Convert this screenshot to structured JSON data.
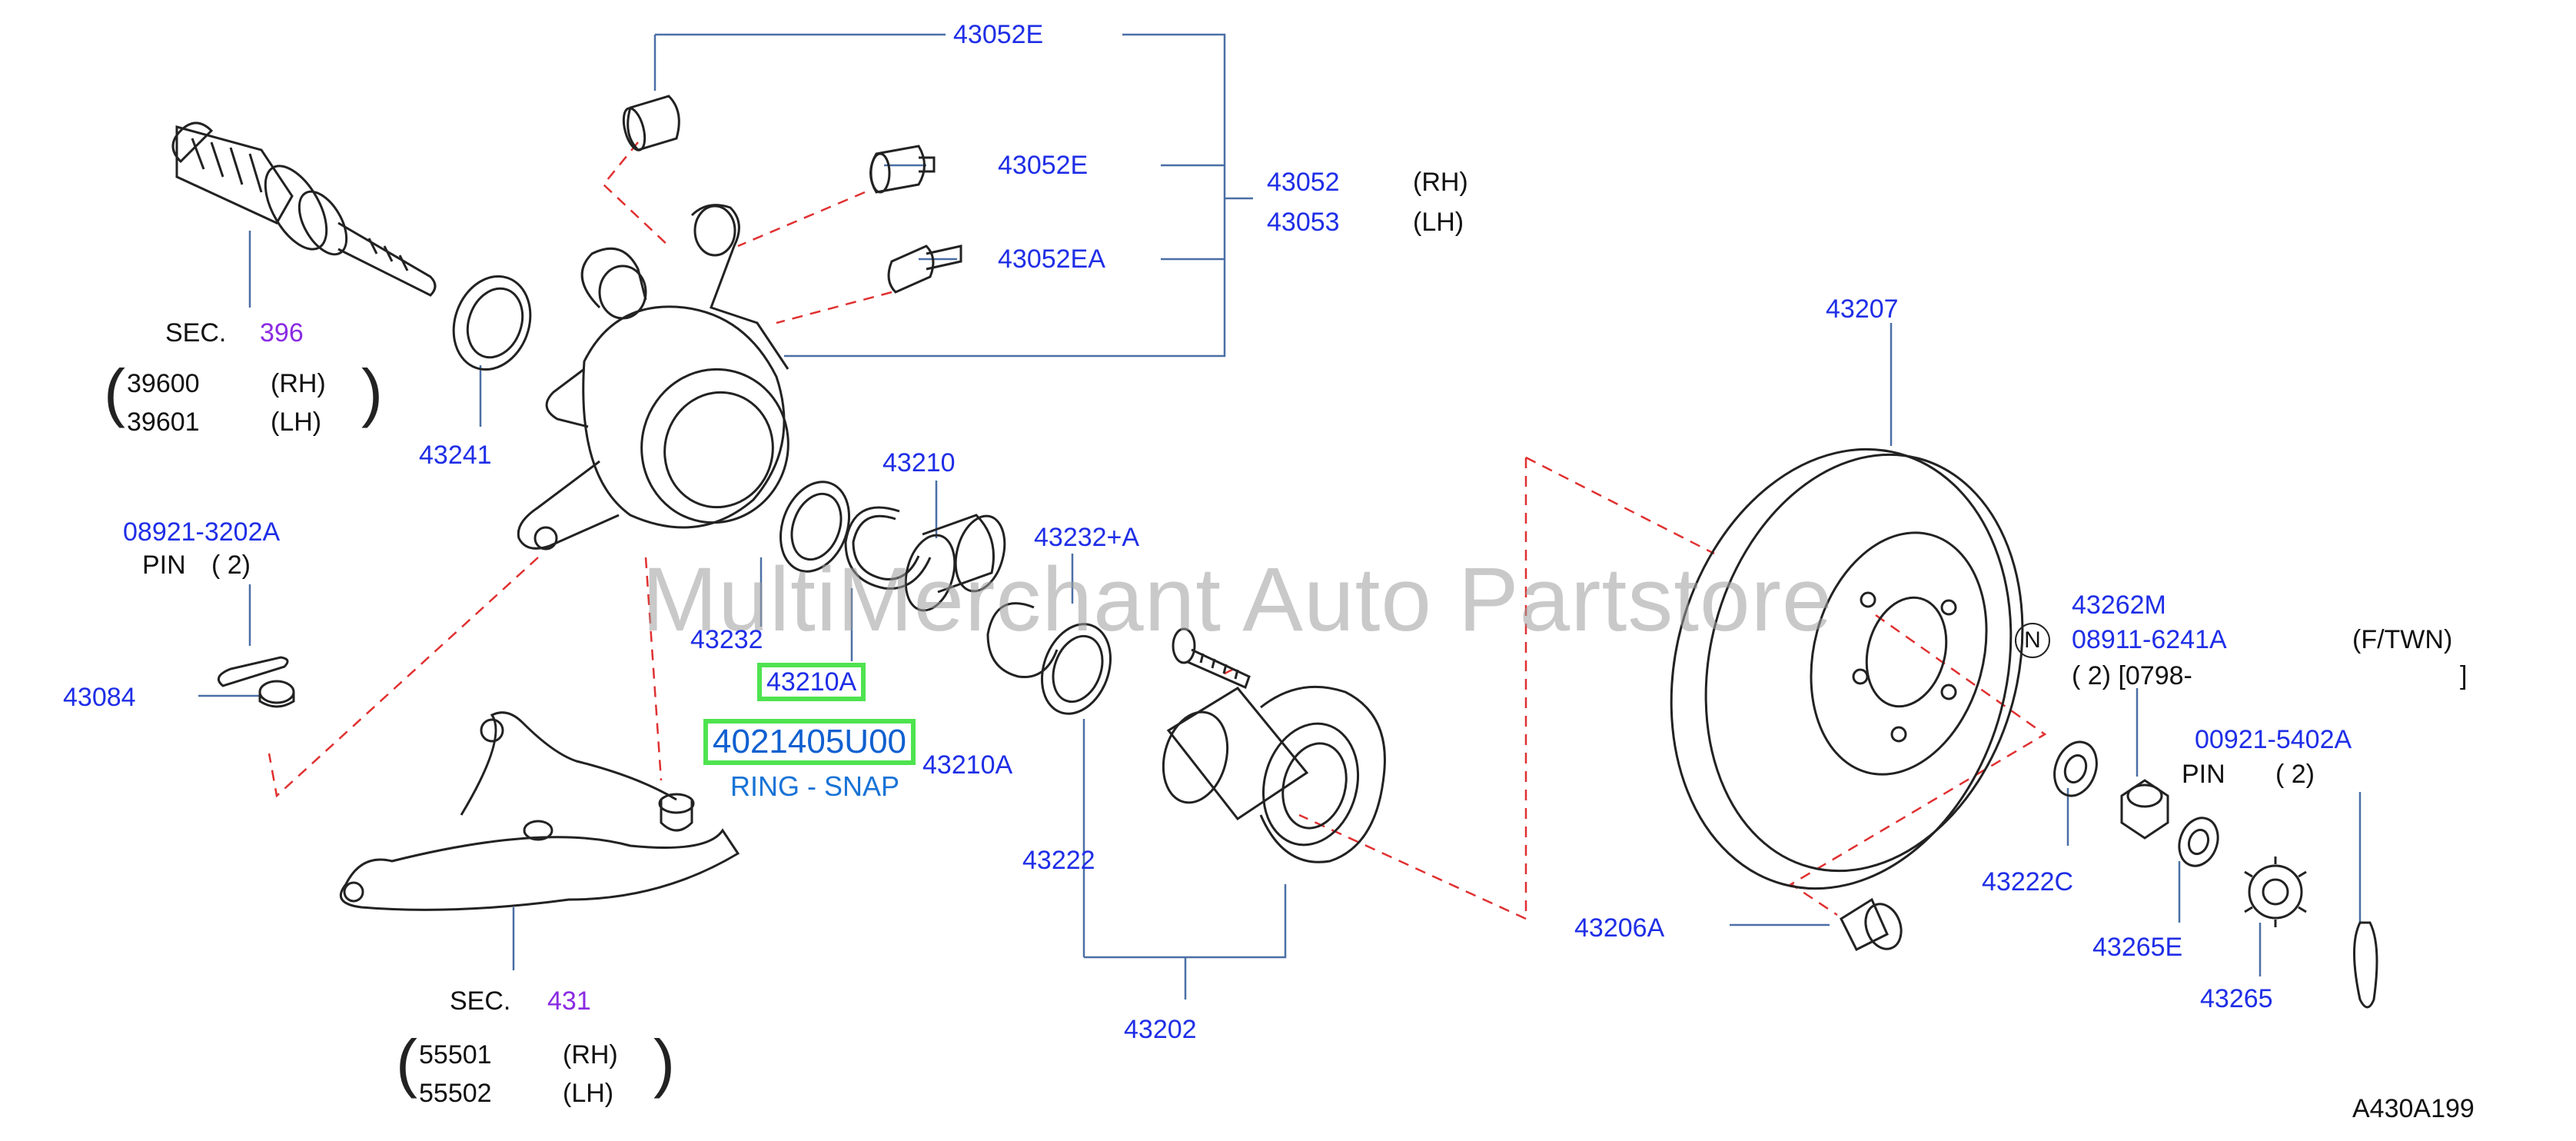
{
  "watermark": "MultiMerchant Auto Partstore",
  "figure_code": "A430A199",
  "highlight": {
    "part": "43210A",
    "oem": "4021405U00",
    "description": "RING - SNAP"
  },
  "labels": {
    "p43052E_top": "43052E",
    "p43052E_mid": "43052E",
    "p43052EA": "43052EA",
    "p43052": "43052",
    "p43053": "43053",
    "rh1": "(RH)",
    "lh1": "(LH)",
    "sec396_prefix": "SEC.",
    "sec396_num": "396",
    "p39600": "39600",
    "p39601": "39601",
    "rh2": "(RH)",
    "lh2": "(LH)",
    "p43241": "43241",
    "p08921": "08921-3202A",
    "pin1": "PIN",
    "pin1_qty": "( 2)",
    "p43084": "43084",
    "p43210": "43210",
    "p43232A": "43232+A",
    "p43232": "43232",
    "p43210A_2": "43210A",
    "p43222": "43222",
    "p43202": "43202",
    "sec431_prefix": "SEC.",
    "sec431_num": "431",
    "p55501": "55501",
    "p55502": "55502",
    "rh3": "(RH)",
    "lh3": "(LH)",
    "p43207": "43207",
    "p43262M": "43262M",
    "n_symbol": "N",
    "p08911": "08911-6241A",
    "ftwn": "(F/TWN)",
    "qty_0798": "( 2) [0798-",
    "bracket_close": "]",
    "p00921": "00921-5402A",
    "pin2": "PIN",
    "pin2_qty": "( 2)",
    "p43222C": "43222C",
    "p43206A": "43206A",
    "p43265E": "43265E",
    "p43265": "43265"
  },
  "colors": {
    "part_number": "#1f2ee6",
    "section_number": "#8a2be2",
    "leader_line": "#4a6fa5",
    "dashed_line": "#e03030",
    "highlight_box": "#4fe34f",
    "drawing_stroke": "#222222"
  }
}
